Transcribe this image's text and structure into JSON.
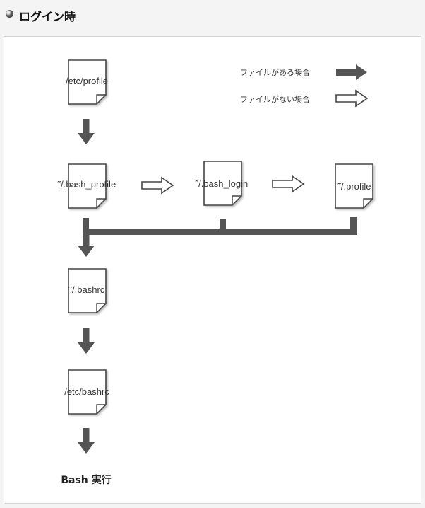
{
  "page": {
    "title": "ログイン時",
    "title_icon": "bullet-disc-icon"
  },
  "diagram": {
    "nodes": {
      "etc_profile": "/etc/profile",
      "bash_profile": "˜/.bash_profile",
      "bash_login": "˜/.bash_login",
      "profile": "˜/.profile",
      "bashrc": "˜/.bashrc",
      "etc_bashrc": "/etc/bashrc"
    },
    "end_label": "Bash 実行",
    "legend": {
      "file_exists": "ファイルがある場合",
      "file_missing": "ファイルがない場合"
    },
    "colors": {
      "arrow_solid": "#555555",
      "doc_stroke": "#444444",
      "panel_border": "#d6d6d6"
    }
  }
}
